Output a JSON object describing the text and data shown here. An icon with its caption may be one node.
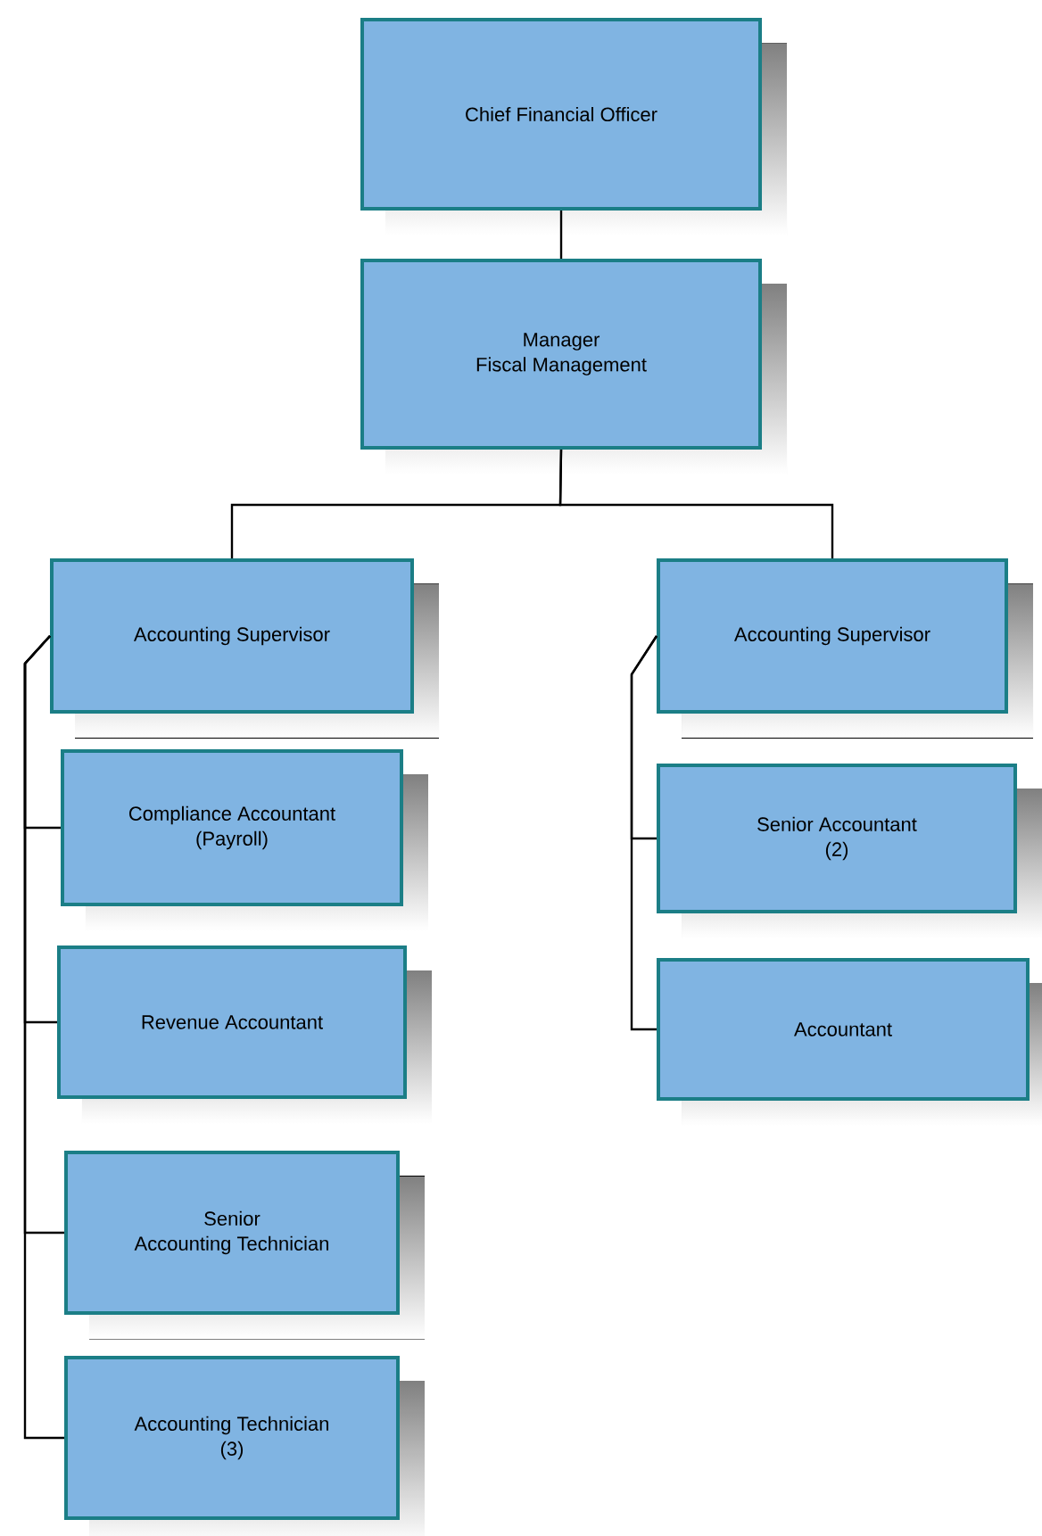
{
  "diagram": {
    "nodes": [
      {
        "text": [
          "Chief Financial Officer"
        ]
      },
      {
        "text": [
          "Manager",
          "Fiscal Management"
        ]
      },
      {
        "text": [
          "Accounting Supervisor"
        ]
      },
      {
        "text": [
          "Compliance Accountant",
          "(Payroll)"
        ]
      },
      {
        "text": [
          "Revenue Accountant"
        ]
      },
      {
        "text": [
          "Senior",
          "Accounting Technician"
        ]
      },
      {
        "text": [
          "Accounting Technician",
          "(3)"
        ]
      },
      {
        "text": [
          "Accounting Supervisor"
        ]
      },
      {
        "text": [
          "Senior Accountant",
          "(2)"
        ]
      },
      {
        "text": [
          "Accountant"
        ]
      }
    ],
    "edges": [
      {
        "from": 0,
        "to": 1,
        "arrow": "none"
      },
      {
        "from": 1,
        "to": 2,
        "arrow": "none"
      },
      {
        "from": 1,
        "to": 7,
        "arrow": "none"
      },
      {
        "from": 2,
        "to": 3,
        "arrow": "none"
      },
      {
        "from": 2,
        "to": 4,
        "arrow": "none"
      },
      {
        "from": 2,
        "to": 5,
        "arrow": "none"
      },
      {
        "from": 2,
        "to": 6,
        "arrow": "none"
      },
      {
        "from": 7,
        "to": 8,
        "arrow": "none"
      },
      {
        "from": 7,
        "to": 9,
        "arrow": "none"
      }
    ]
  }
}
